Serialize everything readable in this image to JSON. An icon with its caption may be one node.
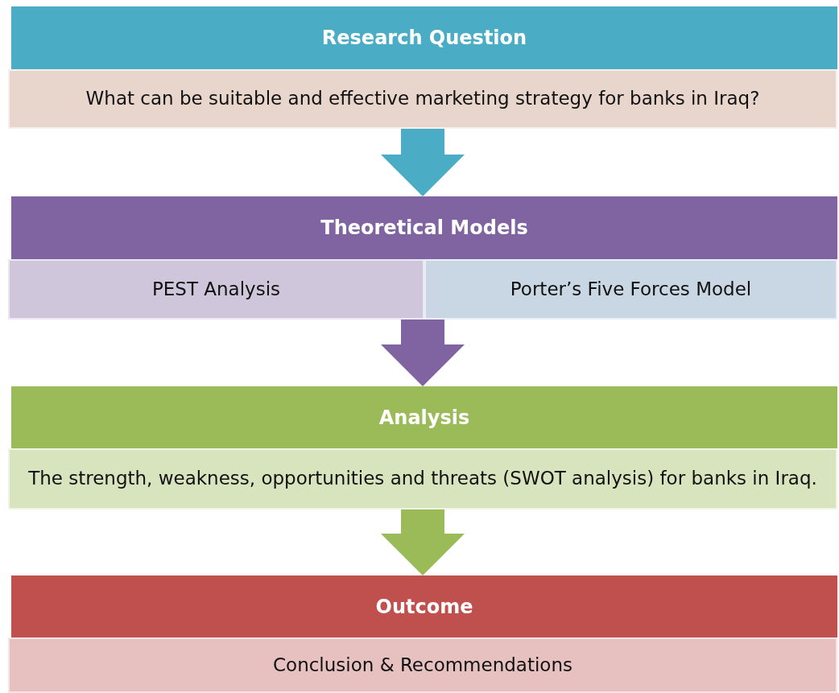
{
  "diagram": {
    "nodes": [
      {
        "text": [
          "Research Question"
        ]
      },
      {
        "text": [
          "What can be suitable and effective marketing strategy for banks in Iraq?"
        ]
      },
      {
        "text": [
          "Theoretical Models"
        ]
      },
      {
        "text": [
          "PEST Analysis"
        ]
      },
      {
        "text": [
          "Porter’s Five Forces Model"
        ]
      },
      {
        "text": [
          "Analysis"
        ]
      },
      {
        "text": [
          "The strength, weakness, opportunities and threats (SWOT analysis) for banks in Iraq."
        ]
      },
      {
        "text": [
          "Outcome"
        ]
      },
      {
        "text": [
          "Conclusion & Recommendations"
        ]
      }
    ],
    "edges": [
      {
        "from": 1,
        "to": 2,
        "arrow": "to",
        "style": "thick",
        "color": "#4bacc6"
      },
      {
        "from": 3,
        "to": 5,
        "arrow": "to",
        "style": "thick",
        "color": "#8064a2"
      },
      {
        "from": 4,
        "to": 5,
        "arrow": "to",
        "style": "thick",
        "color": "#8064a2"
      },
      {
        "from": 6,
        "to": 7,
        "arrow": "to",
        "style": "thick",
        "color": "#9bbb59"
      }
    ]
  }
}
